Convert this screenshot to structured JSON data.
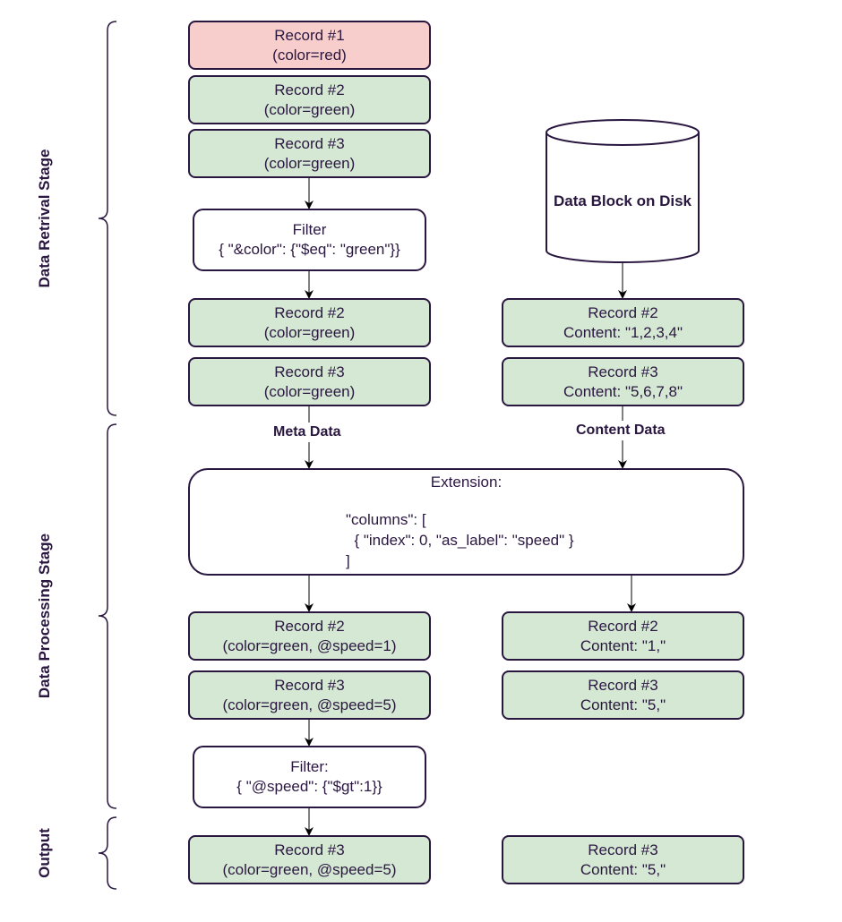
{
  "stages": {
    "retrieval": "Data Retrival Stage",
    "processing": "Data Processing Stage",
    "output": "Output"
  },
  "left": {
    "rec1": {
      "title": "Record #1",
      "detail": "(color=red)"
    },
    "rec2": {
      "title": "Record #2",
      "detail": "(color=green)"
    },
    "rec3": {
      "title": "Record #3",
      "detail": "(color=green)"
    },
    "filter1": {
      "title": "Filter",
      "detail": "{ \"&color\": {\"$eq\": \"green\"}}"
    },
    "frec2": {
      "title": "Record #2",
      "detail": "(color=green)"
    },
    "frec3": {
      "title": "Record #3",
      "detail": "(color=green)"
    },
    "prec2": {
      "title": "Record #2",
      "detail": "(color=green, @speed=1)"
    },
    "prec3": {
      "title": "Record #3",
      "detail": "(color=green, @speed=5)"
    },
    "filter2": {
      "title": "Filter:",
      "detail": "{ \"@speed\": {\"$gt\":1}}"
    },
    "orec3": {
      "title": "Record #3",
      "detail": "(color=green, @speed=5)"
    }
  },
  "right": {
    "disk": "Data Block on Disk",
    "crec2": {
      "title": "Record #2",
      "detail": "Content: \"1,2,3,4\""
    },
    "crec3": {
      "title": "Record #3",
      "detail": "Content: \"5,6,7,8\""
    },
    "prec2": {
      "title": "Record #2",
      "detail": "Content: \"1,\""
    },
    "prec3": {
      "title": "Record #3",
      "detail": "Content: \"5,\""
    },
    "orec3": {
      "title": "Record #3",
      "detail": "Content: \"5,\""
    }
  },
  "labels": {
    "meta": "Meta Data",
    "content": "Content Data"
  },
  "extension": {
    "title": "Extension:",
    "code_line1": "\"columns\": [",
    "code_line2": "  { \"index\": 0, \"as_label\": \"speed\" }",
    "code_line3": "]"
  }
}
